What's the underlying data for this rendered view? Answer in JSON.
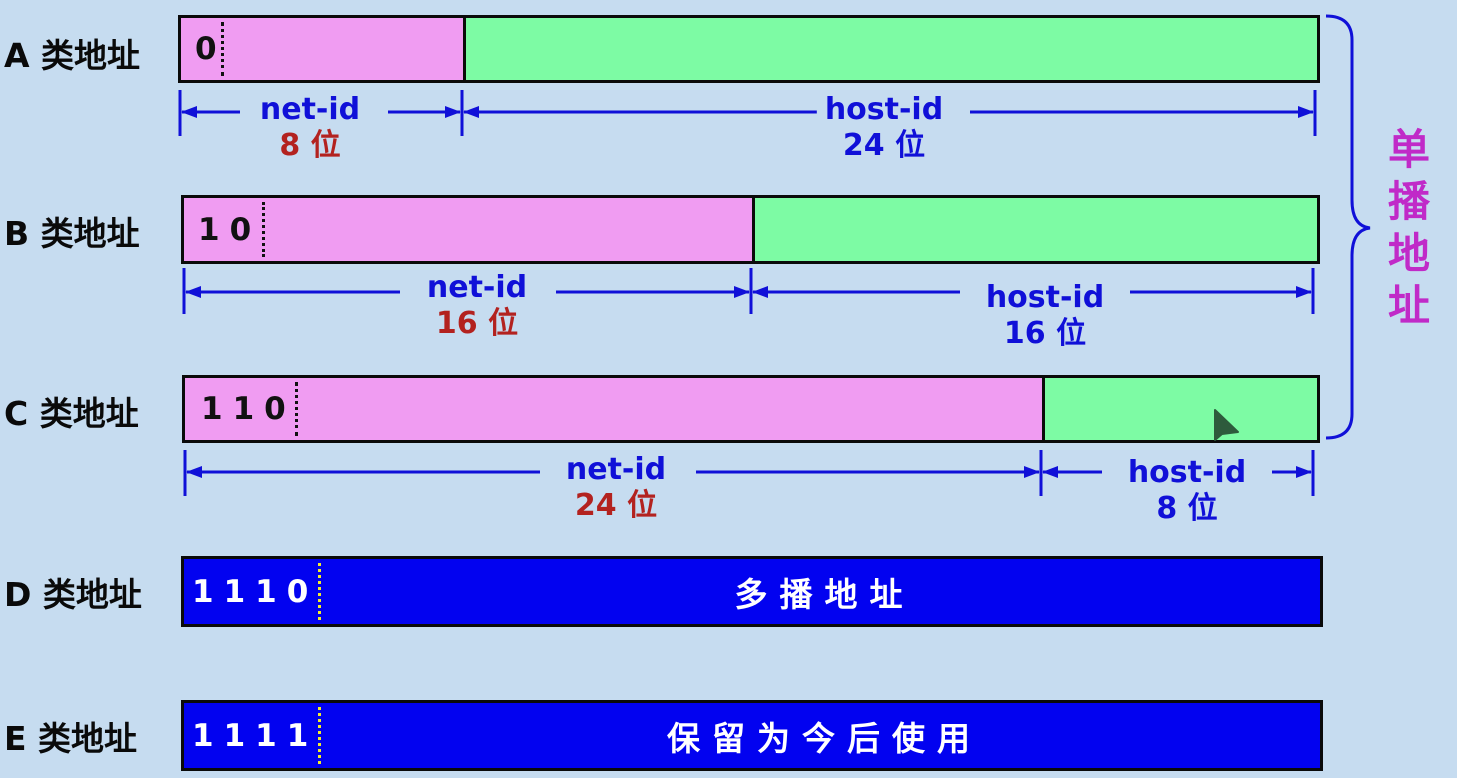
{
  "classes": [
    {
      "label": "A 类地址",
      "bits": "0",
      "net": {
        "name": "net-id",
        "size": "8 位"
      },
      "host": {
        "name": "host-id",
        "size": "24 位"
      }
    },
    {
      "label": "B 类地址",
      "bits": "10",
      "net": {
        "name": "net-id",
        "size": "16 位"
      },
      "host": {
        "name": "host-id",
        "size": "16 位"
      }
    },
    {
      "label": "C 类地址",
      "bits": "110",
      "net": {
        "name": "net-id",
        "size": "24 位"
      },
      "host": {
        "name": "host-id",
        "size": "8 位"
      }
    },
    {
      "label": "D 类地址",
      "bits": "1110",
      "text": "多播地址"
    },
    {
      "label": "E 类地址",
      "bits": "1111",
      "text": "保留为今后使用"
    }
  ],
  "unicast_label": "单播地址",
  "colors": {
    "net": "#f09cf2",
    "host": "#7dfba4",
    "special": "#0202f0",
    "arrow": "#1010d8",
    "net_size_text": "#b3221f",
    "unicast": "#c02ac8"
  }
}
